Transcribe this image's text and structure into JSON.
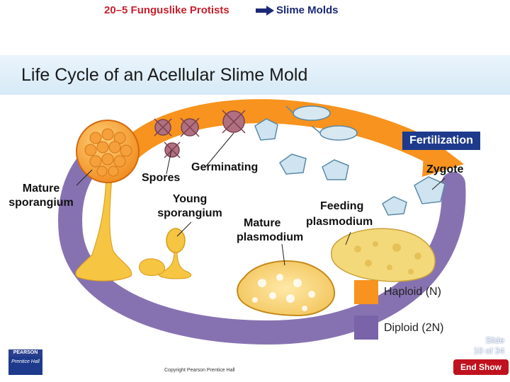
{
  "header": {
    "section": "20–5 Funguslike Protists",
    "topic": "Slime Molds"
  },
  "title": "Life Cycle of an Acellular Slime Mold",
  "labels": {
    "fertilization": "Fertilization",
    "zygote": "Zygote",
    "germinating": "Germinating",
    "spores": "Spores",
    "mature_sporangium_line1": "Mature",
    "mature_sporangium_line2": "sporangium",
    "young_sporangium_line1": "Young",
    "young_sporangium_line2": "sporangium",
    "feeding_plasmodium_line1": "Feeding",
    "feeding_plasmodium_line2": "plasmodium",
    "mature_plasmodium_line1": "Mature",
    "mature_plasmodium_line2": "plasmodium"
  },
  "legend": [
    {
      "label": "Haploid (N)",
      "color": "#f7931e"
    },
    {
      "label": "Diploid (2N)",
      "color": "#7a63a8"
    }
  ],
  "footer": {
    "slide_line1": "Slide",
    "slide_line2": "10 of 34",
    "end_show": "End Show",
    "copyright": "Copyright Pearson Prentice Hall",
    "publisher_top": "PEARSON",
    "publisher_name": "Prentice Hall"
  },
  "colors": {
    "haploid": "#f7931e",
    "diploid": "#7a63a8",
    "header_red": "#c8202c",
    "header_navy": "#1a2a78",
    "footer_blue": "#1d3a8c",
    "end_show_red": "#c0121e"
  }
}
